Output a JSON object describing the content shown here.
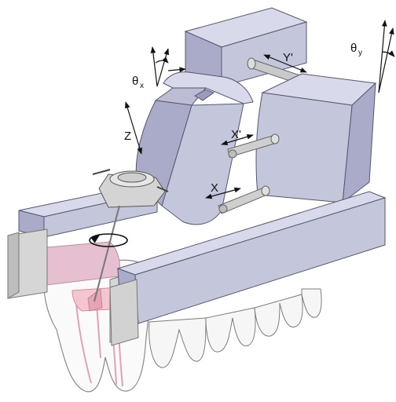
{
  "labels": {
    "theta_x": "θ",
    "theta_x_sub": "x",
    "theta_y": "θ",
    "theta_y_sub": "y",
    "z": "Z",
    "y_prime": "Y'",
    "x_prime": "X'",
    "x": "X"
  },
  "colors": {
    "block_face": "#c4c6dc",
    "block_top": "#d8d9ea",
    "block_side": "#a9abc9",
    "block_edge": "#55576e",
    "frame_gray": "#d6d6d6",
    "gum_pink": "#e6bfd0",
    "root_pink": "#e7a9b7",
    "tooth_white": "#f6f6f6",
    "tooth_edge": "#7c7c7c"
  }
}
